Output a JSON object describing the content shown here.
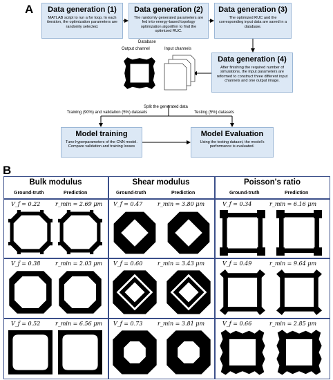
{
  "panelA": {
    "letter": "A",
    "boxes": [
      {
        "title": "Data generation (1)",
        "body": "MATLAB script to run a for loop. In each iteration, the optimization parameters are randomly selected."
      },
      {
        "title": "Data generation (2)",
        "body": "The randomly generated parameters are fed into energy-based topology optimization algorithm to find the optimized RUC."
      },
      {
        "title": "Data generation (3)",
        "body": "The optimized RUC and the corresponding input data are saved in a database."
      },
      {
        "title": "Data generation (4)",
        "body": "After finishing the required number of simulations, the input parameters are reformed to construct three different input channels and one output image."
      },
      {
        "title": "Model training",
        "body": "Tune hyperparameters of the CNN model. Compare validation and training losses"
      },
      {
        "title": "Model Evaluation",
        "body": "Using the testing dataset, the model's performance is evaluated."
      }
    ],
    "database_label": "Database",
    "output_channel_label": "Output channel",
    "input_channels_label": "Input channels",
    "split_label": "Split the generated data",
    "train_label": "Training (90%) and validation (5%) datasets",
    "test_label": "Testing (5%) datasets"
  },
  "panelB": {
    "letter": "B",
    "columns": [
      {
        "title": "Bulk modulus",
        "gt": "Ground-truth",
        "pred": "Prediction",
        "rows": [
          {
            "vf": "V_f = 0.22",
            "rmin": "r_min = 2.69 μm"
          },
          {
            "vf": "V_f = 0.38",
            "rmin": "r_min = 2.03 μm"
          },
          {
            "vf": "V_f = 0.52",
            "rmin": "r_min = 6.56 μm"
          }
        ]
      },
      {
        "title": "Shear modulus",
        "gt": "Ground-truth",
        "pred": "Prediction",
        "rows": [
          {
            "vf": "V_f = 0.47",
            "rmin": "r_min = 3.80 μm"
          },
          {
            "vf": "V_f = 0.60",
            "rmin": "r_min = 3.43 μm"
          },
          {
            "vf": "V_f = 0.73",
            "rmin": "r_min = 3.81 μm"
          }
        ]
      },
      {
        "title": "Poisson's ratio",
        "gt": "Ground-truth",
        "pred": "Prediction",
        "rows": [
          {
            "vf": "V_f = 0.34",
            "rmin": "r_min = 6.16 μm"
          },
          {
            "vf": "V_f = 0.49",
            "rmin": "r_min = 9.64 μm"
          },
          {
            "vf": "V_f = 0.66",
            "rmin": "r_min = 2.85 μm"
          }
        ]
      }
    ]
  },
  "colors": {
    "box_fill": "#dce8f5",
    "box_border": "#9bb7d6",
    "grid_border": "#3b4f8a"
  }
}
